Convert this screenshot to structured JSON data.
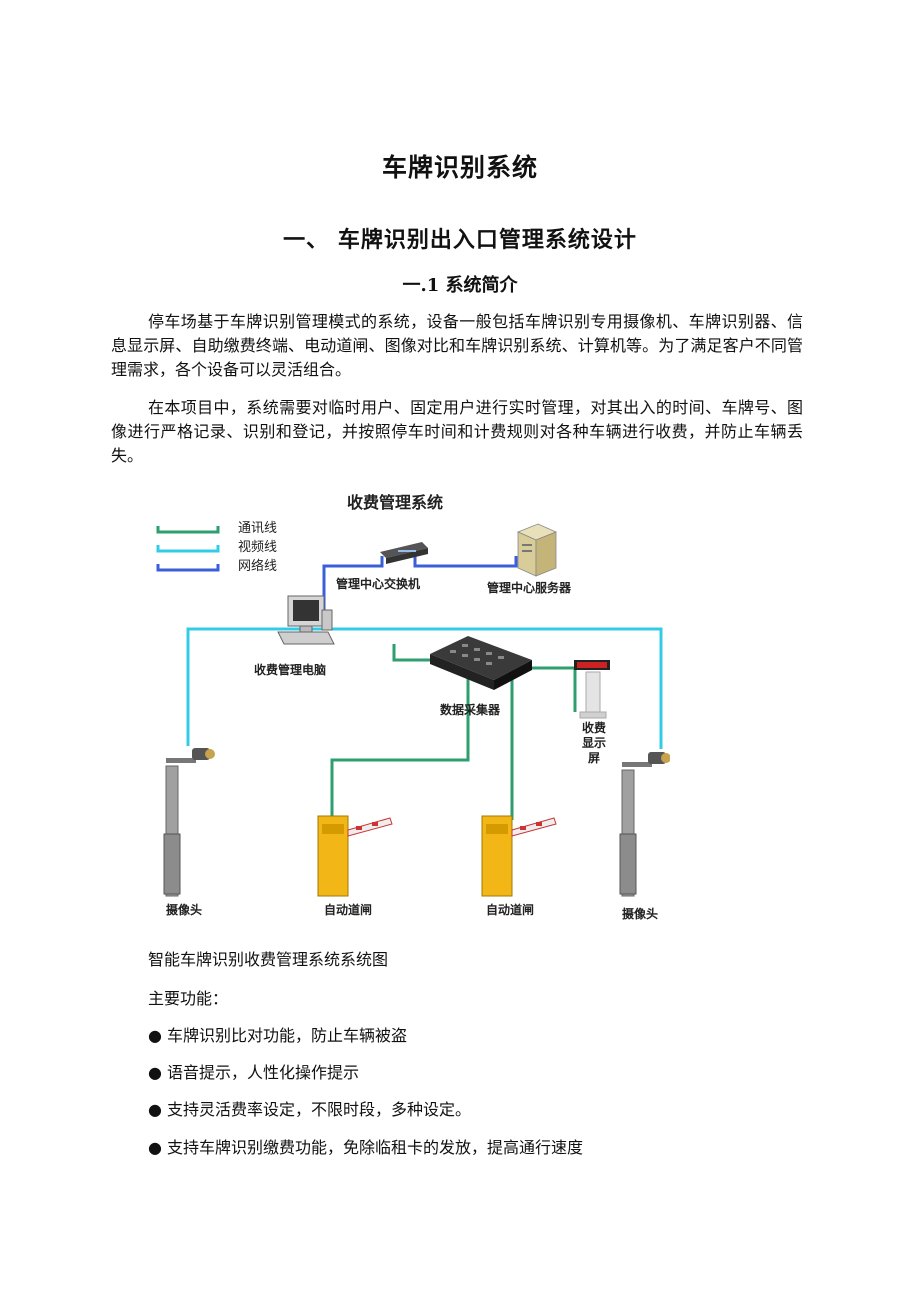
{
  "doc": {
    "title": "车牌识别系统",
    "heading1": "一、 车牌识别出入口管理系统设计",
    "heading2": "一.1 系统简介",
    "paragraphs": [
      "停车场基于车牌识别管理模式的系统，设备一般包括车牌识别专用摄像机、车牌识别器、信息显示屏、自助缴费终端、电动道闸、图像对比和车牌识别系统、计算机等。为了满足客户不同管理需求，各个设备可以灵活组合。",
      "在本项目中，系统需要对临时用户、固定用户进行实时管理，对其出入的时间、车牌号、图像进行严格记录、识别和登记，并按照停车时间和计费规则对各种车辆进行收费，并防止车辆丢失。"
    ],
    "caption": "智能车牌识别收费管理系统系统图",
    "features_title": "主要功能：",
    "features": [
      "● 车牌识别比对功能，防止车辆被盗",
      "● 语音提示，人性化操作提示",
      "● 支持灵活费率设定，不限时段，多种设定。",
      "● 支持车牌识别缴费功能，免除临租卡的发放，提高通行速度"
    ]
  },
  "diagram": {
    "title": "收费管理系统",
    "legend": [
      "通讯线",
      "视频线",
      "网络线"
    ],
    "colors": {
      "comm": "#2e9e6e",
      "video": "#33cce8",
      "network": "#3a5fd9"
    },
    "labels": {
      "switch": "管理中心交换机",
      "server": "管理中心服务器",
      "pc": "收费管理电脑",
      "collector": "数据采集器",
      "display": [
        "收费",
        "显示",
        "屏"
      ],
      "camera_left": "摄像头",
      "gate_left": "自动道闸",
      "gate_right": "自动道闸",
      "camera_right": "摄像头"
    }
  }
}
